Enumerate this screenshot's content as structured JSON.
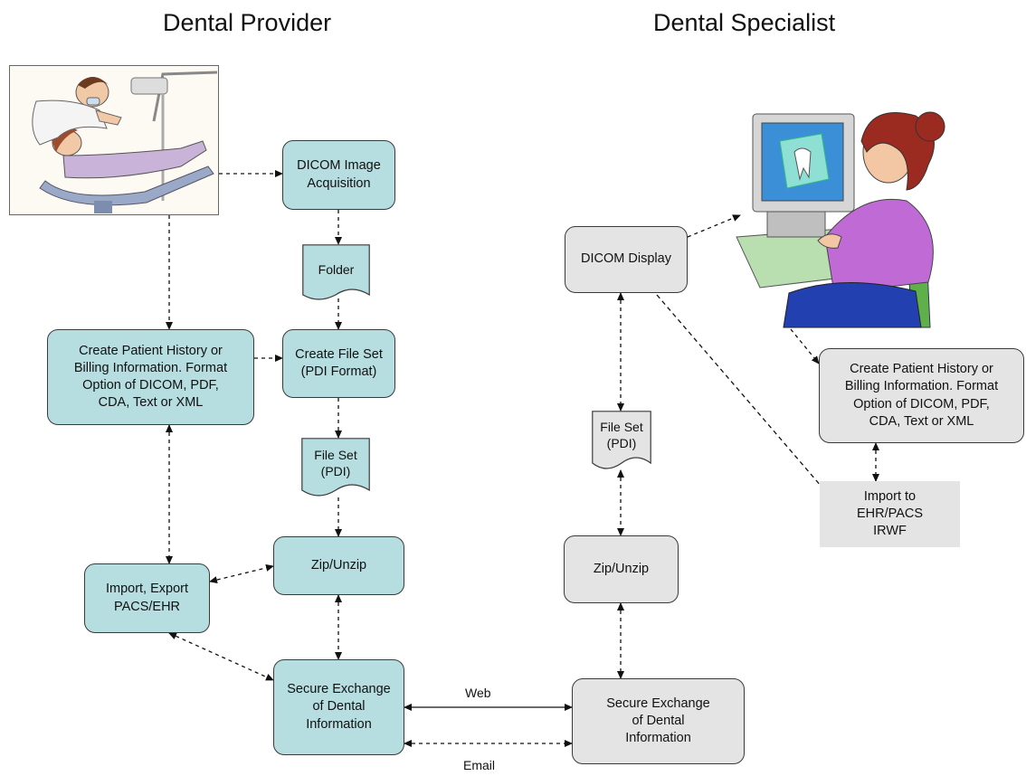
{
  "titles": {
    "provider": "Dental Provider",
    "specialist": "Dental Specialist"
  },
  "provider": {
    "dicom_acquisition": [
      "DICOM Image",
      "Acquisition"
    ],
    "folder": "Folder",
    "patient_history": [
      "Create Patient History or",
      "Billing Information. Format",
      "Option of DICOM, PDF,",
      "CDA, Text or XML"
    ],
    "create_file_set": [
      "Create File Set",
      "(PDI Format)"
    ],
    "file_set": [
      "File Set",
      "(PDI)"
    ],
    "zip_unzip": "Zip/Unzip",
    "import_export": [
      "Import, Export",
      "PACS/EHR"
    ],
    "secure_exchange": [
      "Secure Exchange",
      "of Dental",
      "Information"
    ]
  },
  "specialist": {
    "dicom_display": "DICOM Display",
    "file_set": [
      "File Set",
      "(PDI)"
    ],
    "zip_unzip": "Zip/Unzip",
    "secure_exchange": [
      "Secure Exchange",
      "of Dental",
      "Information"
    ],
    "patient_history": [
      "Create Patient History or",
      "Billing Information. Format",
      "Option of DICOM, PDF,",
      "CDA, Text or XML"
    ],
    "import": [
      "Import to",
      "EHR/PACS",
      "IRWF"
    ]
  },
  "connections": {
    "web": "Web",
    "email": "Email"
  },
  "colors": {
    "provider_fill": "#b6dde0",
    "specialist_fill": "#e4e4e4",
    "stroke": "#3a3a3a"
  }
}
